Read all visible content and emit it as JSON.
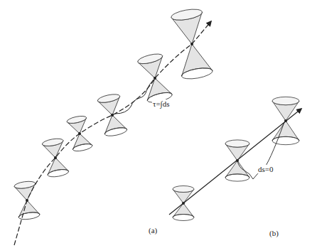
{
  "diagram": {
    "labels": [
      "τ=∫ds",
      "(a)",
      "ds=0",
      "(b)"
    ]
  }
}
